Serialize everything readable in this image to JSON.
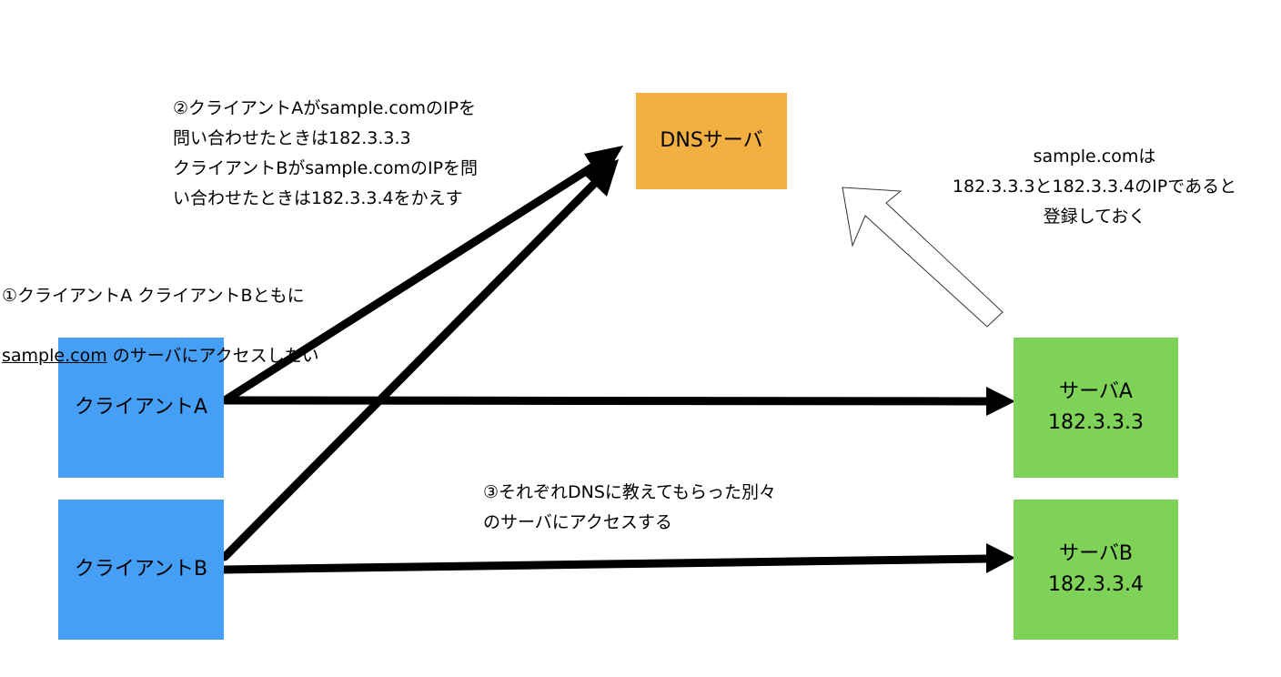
{
  "colors": {
    "dns": "#F2AF42",
    "client": "#459FF5",
    "server": "#7ED257",
    "line": "#000000"
  },
  "nodes": {
    "dns_label": "DNSサーバ",
    "client_a_label": "クライアントA",
    "client_b_label": "クライアントB",
    "server_a_label": "サーバA\n182.3.3.3",
    "server_b_label": "サーバB\n182.3.3.4"
  },
  "notes": {
    "step1_line1": "①クライアントA クライアントBともに",
    "step1_link": "sample.com",
    "step1_rest": " のサーバにアクセスしたい",
    "step2": "②クライアントAがsample.comのIPを\n問い合わせたときは182.3.3.3\nクライアントBがsample.comのIPを問\nい合わせたときは182.3.3.4をかえす",
    "step3": "③それぞれDNSに教えてもらった別々\nのサーバにアクセスする",
    "register": "sample.comは\n182.3.3.3と182.3.3.4のIPであると\n登録しておく"
  }
}
